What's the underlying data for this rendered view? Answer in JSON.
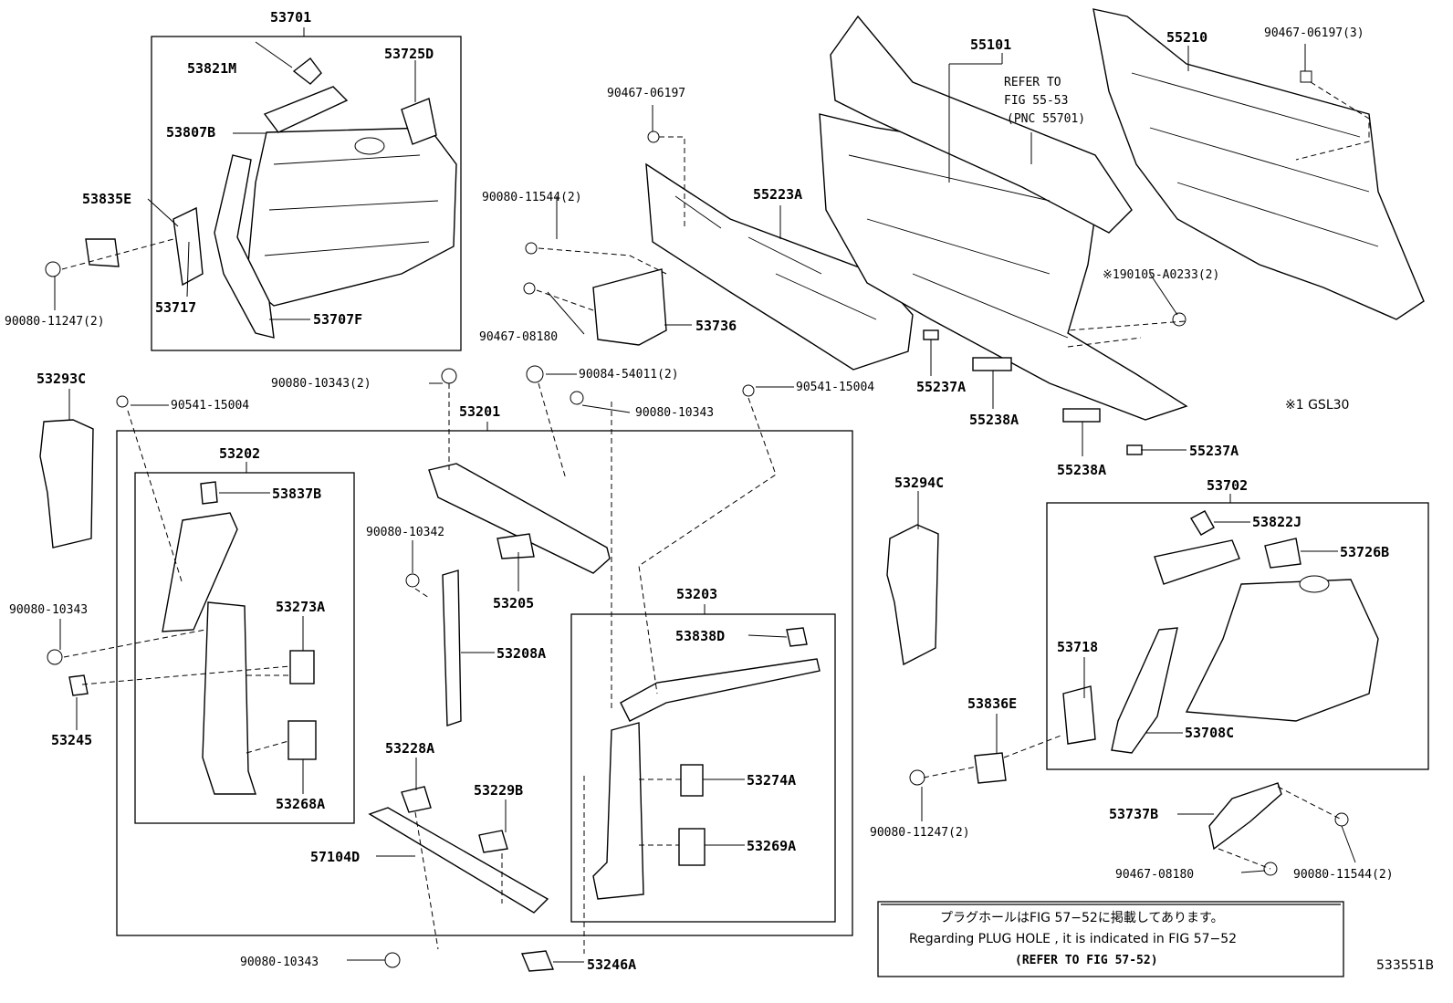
{
  "labels": {
    "p53701": "53701",
    "p53821M": "53821M",
    "p53725D": "53725D",
    "p53807B": "53807B",
    "p53835E": "53835E",
    "p53717": "53717",
    "p53707F": "53707F",
    "b90080_11247_l": "90080-11247(2)",
    "p53293C": "53293C",
    "b90541_15004_l": "90541-15004",
    "b90080_10343_2": "90080-10343(2)",
    "b90084_54011": "90084-54011(2)",
    "b90080_10343_m": "90080-10343",
    "b90541_15004_r": "90541-15004",
    "p53201": "53201",
    "p53202": "53202",
    "p53837B": "53837B",
    "b90080_10342": "90080-10342",
    "p53205": "53205",
    "p53208A": "53208A",
    "b90080_10343_l": "90080-10343",
    "p53273A": "53273A",
    "p53245": "53245",
    "p53268A": "53268A",
    "p53203": "53203",
    "p53838D": "53838D",
    "p53274A": "53274A",
    "p53269A": "53269A",
    "p53228A": "53228A",
    "p53229B": "53229B",
    "p57104D": "57104D",
    "b90080_10343_b": "90080-10343",
    "p53246A": "53246A",
    "b90467_06197_t": "90467-06197",
    "b90080_11544_t": "90080-11544(2)",
    "p55223A": "55223A",
    "b90467_08180_t": "90467-08180",
    "p53736": "53736",
    "p55101": "55101",
    "p55210": "55210",
    "b90467_06197_3": "90467-06197(3)",
    "b90105_a0233": "※190105-A0233(2)",
    "p55237A_u": "55237A",
    "p55238A_u": "55238A",
    "p55237A_l": "55237A",
    "p55238A_l": "55238A",
    "p53294C": "53294C",
    "p53702": "53702",
    "p53822J": "53822J",
    "p53726B": "53726B",
    "p53718": "53718",
    "p53708C": "53708C",
    "p53836E": "53836E",
    "b90080_11247_r": "90080-11247(2)",
    "p53737B": "53737B",
    "b90467_08180_r": "90467-08180",
    "b90080_11544_r": "90080-11544(2)"
  },
  "refer": {
    "line1": "REFER TO",
    "line2": "FIG 55-53",
    "line3": "(PNC 55701)"
  },
  "footnote": "※1 GSL30",
  "note": {
    "japanese": "プラグホールはFIG 57−52に掲載してあります。",
    "english": "Regarding  PLUG  HOLE , it is indicated in FIG  57−52",
    "refer": "(REFER TO FIG 57-52)"
  },
  "diagram_id": "533551B"
}
